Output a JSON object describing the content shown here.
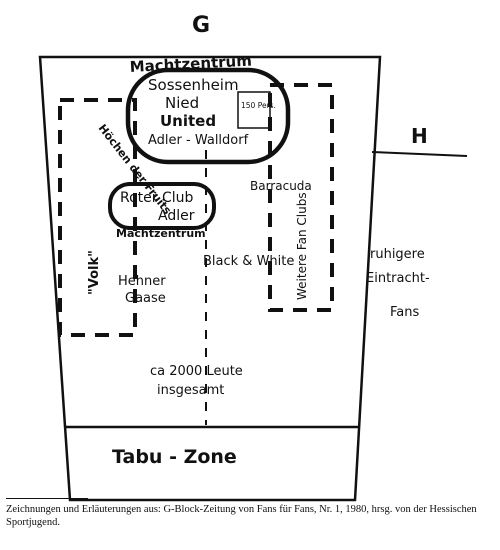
{
  "map": {
    "label_top": "G",
    "label_right": "H",
    "power_center_top": "Machtzentrum",
    "center_groups": [
      "Sossenheim",
      "Nied",
      "United",
      "Adler - Walldorf"
    ],
    "count_box": "150 Pers.",
    "side_label_left": "Höchen der Fruits",
    "red_club_lines": [
      "Roter Club",
      "Adler"
    ],
    "power_center_bottom": "Machtzentrum",
    "barracuda": "Barracuda",
    "weitere_fan_clubs": "Weitere Fan Clubs",
    "volk": "\"Volk\"",
    "hehner_gaase": [
      "Hehner",
      "Gaase"
    ],
    "black_white": "Black & White",
    "ruhigere": [
      "ruhigere",
      "Eintracht-",
      "Fans"
    ],
    "total": [
      "ca 2000 Leute",
      "insgesamt"
    ],
    "tabu_zone": "Tabu - Zone"
  },
  "caption": "Zeichnungen und Erläuterungen aus: G-Block-Zeitung von Fans für Fans, Nr. 1, 1980, hrsg. von der Hessischen Sportjugend."
}
